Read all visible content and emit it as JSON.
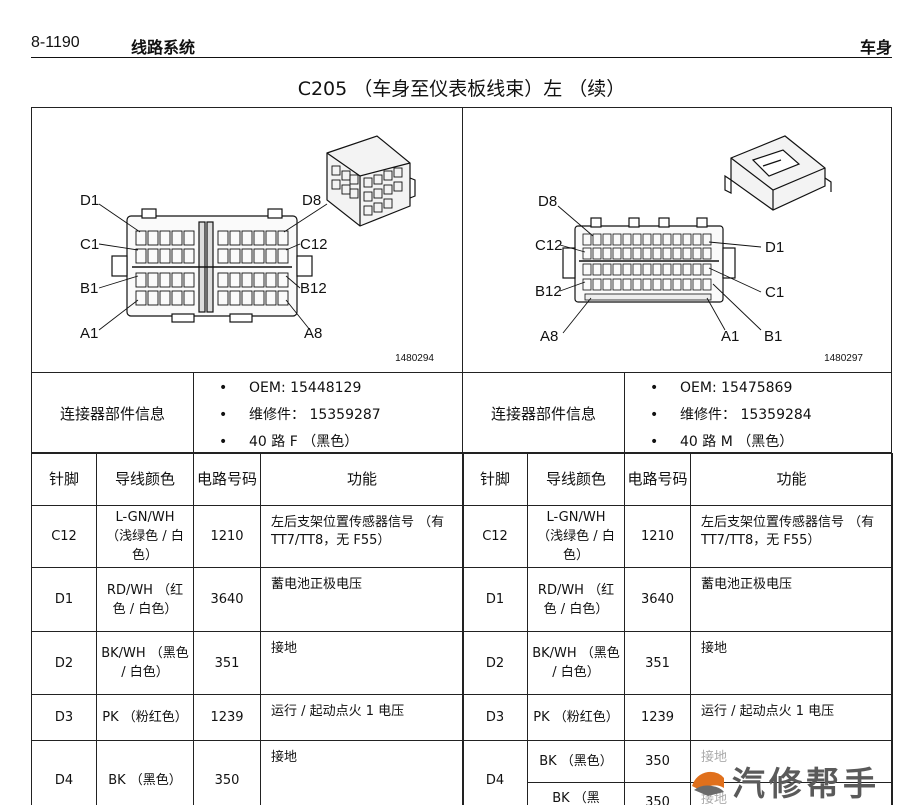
{
  "header": {
    "page_number": "8-1190",
    "section": "线路系统",
    "chapter": "车身"
  },
  "title": "C205 （车身至仪表板线束）左 （续）",
  "diagrams": {
    "left": {
      "labels": [
        "D1",
        "D8",
        "C1",
        "C12",
        "B1",
        "B12",
        "A1",
        "A8"
      ],
      "figure_number": "1480294"
    },
    "right": {
      "labels": [
        "D8",
        "C12",
        "D1",
        "B12",
        "C1",
        "A8",
        "A1",
        "B1"
      ],
      "figure_number": "1480297"
    }
  },
  "connector_info": {
    "left": {
      "label": "连接器部件信息",
      "items": [
        "OEM: 15448129",
        "维修件： 15359287",
        "40 路 F （黑色）"
      ]
    },
    "right": {
      "label": "连接器部件信息",
      "items": [
        "OEM: 15475869",
        "维修件： 15359284",
        "40 路 M （黑色）"
      ]
    }
  },
  "table": {
    "headers": [
      "针脚",
      "导线颜色",
      "电路号码",
      "功能"
    ],
    "left_rows": [
      {
        "pin": "C12",
        "wire": "L-GN/WH （浅绿色 / 白色）",
        "circuit": "1210",
        "function": "左后支架位置传感器信号 （有 TT7/TT8，无 F55）"
      },
      {
        "pin": "D1",
        "wire": "RD/WH （红色 / 白色）",
        "circuit": "3640",
        "function": "蓄电池正极电压"
      },
      {
        "pin": "D2",
        "wire": "BK/WH （黑色 / 白色）",
        "circuit": "351",
        "function": "接地"
      },
      {
        "pin": "D3",
        "wire": "PK （粉红色）",
        "circuit": "1239",
        "function": "运行 / 起动点火 1 电压"
      },
      {
        "pin": "D4",
        "wire": "BK （黑色）",
        "circuit": "350",
        "function": "接地"
      }
    ],
    "right_rows": [
      {
        "pin": "C12",
        "wire": "L-GN/WH （浅绿色 / 白色）",
        "circuit": "1210",
        "function": "左后支架位置传感器信号 （有 TT7/TT8，无 F55）"
      },
      {
        "pin": "D1",
        "wire": "RD/WH （红色 / 白色）",
        "circuit": "3640",
        "function": "蓄电池正极电压"
      },
      {
        "pin": "D2",
        "wire": "BK/WH （黑色 / 白色）",
        "circuit": "351",
        "function": "接地"
      },
      {
        "pin": "D3",
        "wire": "PK （粉红色）",
        "circuit": "1239",
        "function": "运行 / 起动点火 1 电压"
      },
      {
        "pin": "D4",
        "wire": "BK （黑色）",
        "circuit": "350",
        "function": "接地"
      },
      {
        "pin": "",
        "wire": "BK （黑",
        "circuit": "350",
        "function": "接地"
      }
    ]
  },
  "watermark": {
    "text": "汽修帮手",
    "color": "#5a5a5a",
    "accent_color": "#e0701c"
  }
}
